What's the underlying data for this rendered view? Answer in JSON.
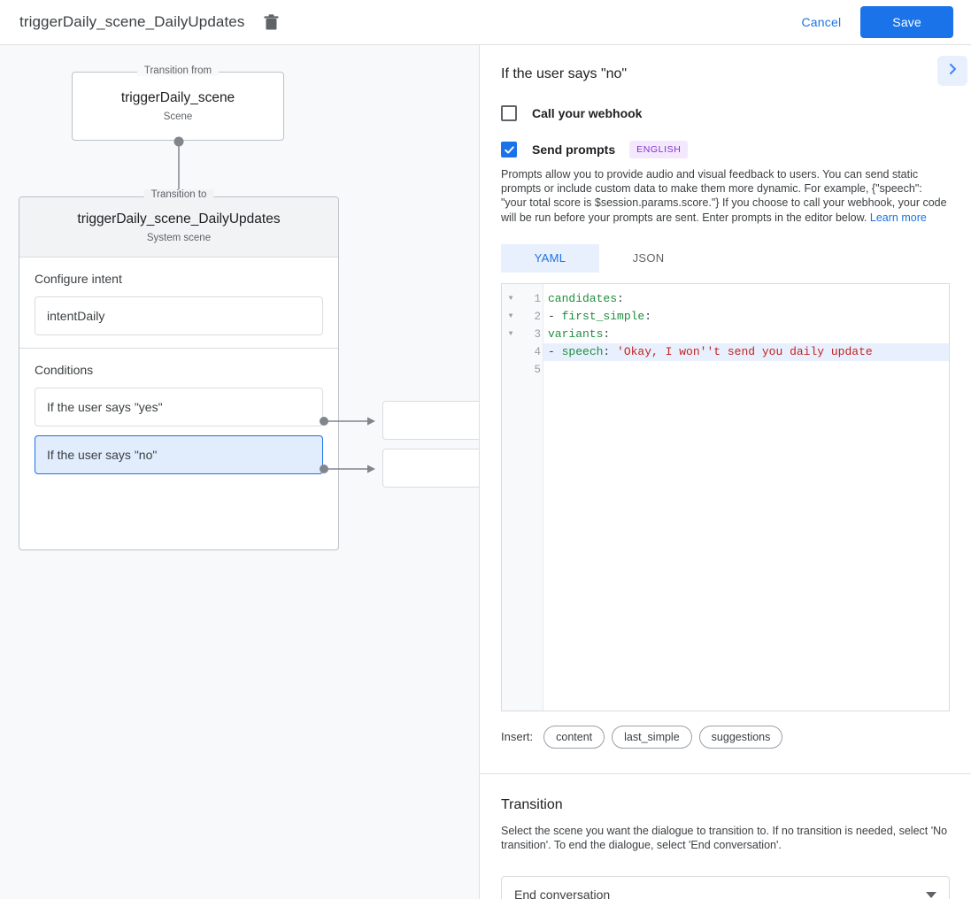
{
  "topbar": {
    "title": "triggerDaily_scene_DailyUpdates",
    "delete_icon": "trash-icon",
    "cancel_label": "Cancel",
    "save_label": "Save"
  },
  "canvas": {
    "from_node": {
      "legend": "Transition from",
      "title": "triggerDaily_scene",
      "subtitle": "Scene"
    },
    "to_node": {
      "legend": "Transition to",
      "title": "triggerDaily_scene_DailyUpdates",
      "subtitle": "System scene"
    },
    "intent_section": {
      "label": "Configure intent",
      "value": "intentDaily"
    },
    "conditions_section": {
      "label": "Conditions",
      "items": [
        {
          "label": "If the user says \"yes\"",
          "selected": false
        },
        {
          "label": "If the user says \"no\"",
          "selected": true
        }
      ]
    }
  },
  "panel": {
    "title": "If the user says \"no\"",
    "expand_icon": "chevron-right-icon",
    "webhook": {
      "label": "Call your webhook",
      "checked": false
    },
    "prompts": {
      "label": "Send prompts",
      "checked": true,
      "language_badge": "ENGLISH",
      "description": "Prompts allow you to provide audio and visual feedback to users. You can send static prompts or include custom data to make them more dynamic. For example, {\"speech\": \"your total score is $session.params.score.\"} If you choose to call your webhook, your code will be run before your prompts are sent. Enter prompts in the editor below. ",
      "learn_more": "Learn more"
    },
    "editor": {
      "tabs": [
        {
          "label": "YAML",
          "active": true
        },
        {
          "label": "JSON",
          "active": false
        }
      ],
      "line_numbers": [
        "1",
        "2",
        "3",
        "4",
        "5"
      ],
      "fold_rows": [
        true,
        true,
        true,
        false,
        false
      ],
      "highlighted_line": 4,
      "lines": [
        {
          "indent": "",
          "key": "candidates",
          "colon": ":",
          "value": ""
        },
        {
          "indent": "  - ",
          "key": "first_simple",
          "colon": ":",
          "value": ""
        },
        {
          "indent": "      ",
          "key": "variants",
          "colon": ":",
          "value": ""
        },
        {
          "indent": "        - ",
          "key": "speech",
          "colon": ": ",
          "value": "'Okay, I won''t send you daily update"
        },
        {
          "indent": "",
          "key": "",
          "colon": "",
          "value": ""
        }
      ]
    },
    "insert": {
      "label": "Insert:",
      "chips": [
        "content",
        "last_simple",
        "suggestions"
      ]
    },
    "transition": {
      "title": "Transition",
      "description": "Select the scene you want the dialogue to transition to. If no transition is needed, select 'No transition'. To end the dialogue, select 'End conversation'.",
      "selected": "End conversation",
      "dropdown_icon": "chevron-down-icon"
    }
  },
  "colors": {
    "accent": "#1a73e8",
    "accent_bg": "#e8f0fe",
    "canvas_bg": "#f8f9fa",
    "badge_bg": "#f3e8fd",
    "badge_fg": "#8430ce",
    "code_key": "#1e8e3e",
    "code_string": "#c5221f"
  }
}
